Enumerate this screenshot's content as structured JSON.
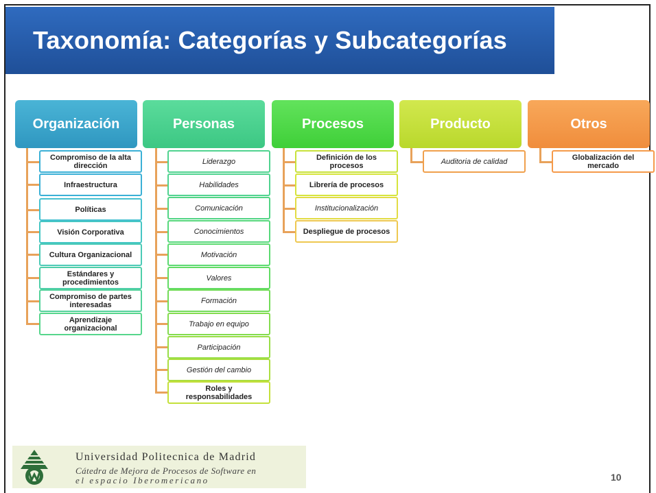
{
  "title": "Taxonomía: Categorías y Subcategorías",
  "colors": {
    "organizacion": "#3aa6c9",
    "personas": "#4fd38f",
    "procesos": "#4fd84a",
    "producto": "#c5e03a",
    "otros": "#f59a4a",
    "connector": "#e8a25a"
  },
  "categories": [
    {
      "name": "Organización",
      "items": [
        "Compromiso de la alta dirección",
        "Infraestructura",
        "Políticas",
        "Visión Corporativa",
        "Cultura Organizacional",
        "Estándares y procedimientos",
        "Compromiso de partes interesadas",
        "Aprendizaje organizacional"
      ]
    },
    {
      "name": "Personas",
      "items": [
        "Liderazgo",
        "Habilidades",
        "Comunicación",
        "Conocimientos",
        "Motivación",
        "Valores",
        "Formación",
        "Trabajo en equipo",
        "Participación",
        "Gestión del cambio",
        "Roles y responsabilidades"
      ]
    },
    {
      "name": "Procesos",
      "items": [
        "Definición de los procesos",
        "Librería de procesos",
        "Institucionalización",
        "Despliegue de procesos"
      ]
    },
    {
      "name": "Producto",
      "items": [
        "Auditoria de calidad"
      ]
    },
    {
      "name": "Otros",
      "items": [
        "Globalización del mercado"
      ]
    }
  ],
  "footer": {
    "university": "Universidad Politecnica de Madrid",
    "line1": "Cátedra de Mejora de Procesos de Software en",
    "line2": "el espacio Iberomericano",
    "page": "10"
  }
}
